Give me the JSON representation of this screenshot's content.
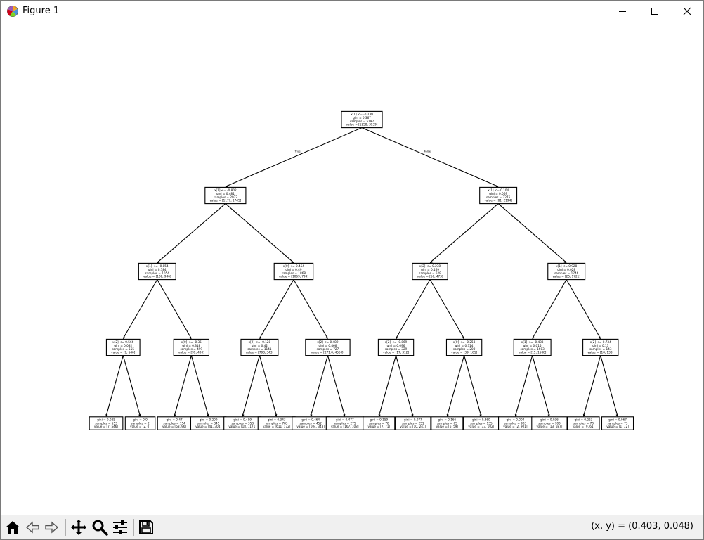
{
  "window": {
    "title": "Figure 1"
  },
  "toolbar": {
    "buttons": [
      {
        "name": "home",
        "icon": "home-icon"
      },
      {
        "name": "back",
        "icon": "back-arrow-icon"
      },
      {
        "name": "forward",
        "icon": "forward-arrow-icon"
      },
      {
        "name": "pan",
        "icon": "pan-icon"
      },
      {
        "name": "zoom",
        "icon": "zoom-icon"
      },
      {
        "name": "subplots",
        "icon": "sliders-icon"
      },
      {
        "name": "save",
        "icon": "save-icon"
      }
    ],
    "coords": "(x, y) = (0.403, 0.048)"
  },
  "tree": {
    "edge_labels": [
      "True",
      "False"
    ],
    "nodes": [
      {
        "id": 0,
        "depth": 0,
        "parent": null,
        "lines": [
          "x[1] <= -0.239",
          "gini = 0.367",
          "samples = 5197",
          "value = [1258, 3939]"
        ]
      },
      {
        "id": 1,
        "depth": 1,
        "parent": 0,
        "lines": [
          "x[1] <= -0.802",
          "gini = 0.481",
          "samples = 2922",
          "value = [1177, 1745]"
        ]
      },
      {
        "id": 2,
        "depth": 1,
        "parent": 0,
        "lines": [
          "x[1] <= 0.104",
          "gini = 0.069",
          "samples = 2275",
          "value = [81, 2194]"
        ]
      },
      {
        "id": 3,
        "depth": 2,
        "parent": 1,
        "lines": [
          "x[1] <= -0.854",
          "gini = 0.184",
          "samples = 1054",
          "value = [108, 946]"
        ]
      },
      {
        "id": 4,
        "depth": 2,
        "parent": 1,
        "lines": [
          "x[0] <= 0.454",
          "gini = 0.49",
          "samples = 1868",
          "value = [1069, 799]"
        ]
      },
      {
        "id": 5,
        "depth": 2,
        "parent": 2,
        "lines": [
          "x[2] <= 0.238",
          "gini = 0.169",
          "samples = 529",
          "value = [56, 473]"
        ]
      },
      {
        "id": 6,
        "depth": 2,
        "parent": 2,
        "lines": [
          "x[1] <= 0.928",
          "gini = 0.028",
          "samples = 1746",
          "value = [25, 1721]"
        ]
      },
      {
        "id": 7,
        "depth": 3,
        "parent": 3,
        "lines": [
          "x[2] <= 0.566",
          "gini = 0.032",
          "samples = 555",
          "value = [9, 546]"
        ]
      },
      {
        "id": 8,
        "depth": 3,
        "parent": 3,
        "lines": [
          "x[0] <= -0.35",
          "gini = 0.318",
          "samples = 499",
          "value = [99, 400]"
        ]
      },
      {
        "id": 9,
        "depth": 3,
        "parent": 4,
        "lines": [
          "x[2] <= -0.128",
          "gini = 0.42",
          "samples = 1141",
          "value = [798, 343]"
        ]
      },
      {
        "id": 10,
        "depth": 3,
        "parent": 4,
        "lines": [
          "x[2] <= 0.489",
          "gini = 0.466",
          "samples = 727",
          "value = [271.0, 456.0]"
        ]
      },
      {
        "id": 11,
        "depth": 3,
        "parent": 5,
        "lines": [
          "x[2] <= -0.869",
          "gini = 0.096",
          "samples = 329",
          "value = [17, 312]"
        ]
      },
      {
        "id": 12,
        "depth": 3,
        "parent": 5,
        "lines": [
          "x[0] <= -0.253",
          "gini = 0.314",
          "samples = 200",
          "value = [39, 161]"
        ]
      },
      {
        "id": 13,
        "depth": 3,
        "parent": 6,
        "lines": [
          "x[1] <= -0.488",
          "gini = 0.015",
          "samples = 1603",
          "value = [15, 1588]"
        ]
      },
      {
        "id": 14,
        "depth": 3,
        "parent": 6,
        "lines": [
          "x[2] <= 0.734",
          "gini = 0.13",
          "samples = 143",
          "value = [10, 133]"
        ]
      },
      {
        "id": 15,
        "depth": 4,
        "parent": 7,
        "lines": [
          "gini = 0.025",
          "samples = 553",
          "value = [7, 546]"
        ]
      },
      {
        "id": 16,
        "depth": 4,
        "parent": 7,
        "lines": [
          "gini = 0.0",
          "samples = 2",
          "value = [2, 0]"
        ]
      },
      {
        "id": 17,
        "depth": 4,
        "parent": 8,
        "lines": [
          "gini = 0.47",
          "samples = 154",
          "value = [58, 96]"
        ]
      },
      {
        "id": 18,
        "depth": 4,
        "parent": 8,
        "lines": [
          "gini = 0.209",
          "samples = 345",
          "value = [41, 304]"
        ]
      },
      {
        "id": 19,
        "depth": 4,
        "parent": 9,
        "lines": [
          "gini = 0.499",
          "samples = 358",
          "value = [187, 171]"
        ]
      },
      {
        "id": 20,
        "depth": 4,
        "parent": 9,
        "lines": [
          "gini = 0.343",
          "samples = 783",
          "value = [611, 172]"
        ]
      },
      {
        "id": 21,
        "depth": 4,
        "parent": 10,
        "lines": [
          "gini = 0.464",
          "samples = 452",
          "value = [104, 348]"
        ]
      },
      {
        "id": 22,
        "depth": 4,
        "parent": 10,
        "lines": [
          "gini = 0.477",
          "samples = 275",
          "value = [167, 108]"
        ]
      },
      {
        "id": 23,
        "depth": 4,
        "parent": 11,
        "lines": [
          "gini = 0.159",
          "samples = 78",
          "value = [7, 71]"
        ]
      },
      {
        "id": 24,
        "depth": 4,
        "parent": 11,
        "lines": [
          "gini = 0.077",
          "samples = 251",
          "value = [10, 241]"
        ]
      },
      {
        "id": 25,
        "depth": 4,
        "parent": 12,
        "lines": [
          "gini = 0.166",
          "samples = 65",
          "value = [6, 59]"
        ]
      },
      {
        "id": 26,
        "depth": 4,
        "parent": 12,
        "lines": [
          "gini = 0.369",
          "samples = 135",
          "value = [33, 102]"
        ]
      },
      {
        "id": 27,
        "depth": 4,
        "parent": 13,
        "lines": [
          "gini = 0.004",
          "samples = 903",
          "value = [2, 901]"
        ]
      },
      {
        "id": 28,
        "depth": 4,
        "parent": 13,
        "lines": [
          "gini = 0.036",
          "samples = 700",
          "value = [13, 687]"
        ]
      },
      {
        "id": 29,
        "depth": 4,
        "parent": 14,
        "lines": [
          "gini = 0.223",
          "samples = 70",
          "value = [9, 61]"
        ]
      },
      {
        "id": 30,
        "depth": 4,
        "parent": 14,
        "lines": [
          "gini = 0.067",
          "samples = 73",
          "value = [1, 72]"
        ]
      }
    ]
  }
}
